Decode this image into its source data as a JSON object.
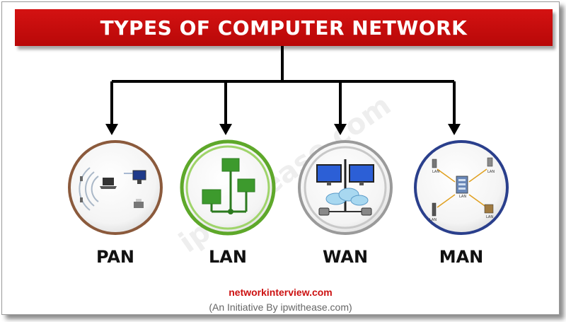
{
  "title": "TYPES OF COMPUTER NETWORK",
  "watermark": "ipwithease.com",
  "nodes": [
    {
      "label": "PAN",
      "ring_color": "#8b5a3c"
    },
    {
      "label": "LAN",
      "ring_color": "#5ea82a"
    },
    {
      "label": "WAN",
      "ring_color": "#9a9a9a"
    },
    {
      "label": "MAN",
      "ring_color": "#2a3f8c"
    }
  ],
  "man_tags": [
    "LAN",
    "LAN",
    "LAN",
    "LAN",
    "LAN"
  ],
  "footer": {
    "site": "networkinterview.com",
    "tagline": "(An Initiative By ipwithease.com)"
  },
  "colors": {
    "title_bar": "#c80e0e",
    "footer_site": "#cc1111",
    "connector": "#000000"
  }
}
